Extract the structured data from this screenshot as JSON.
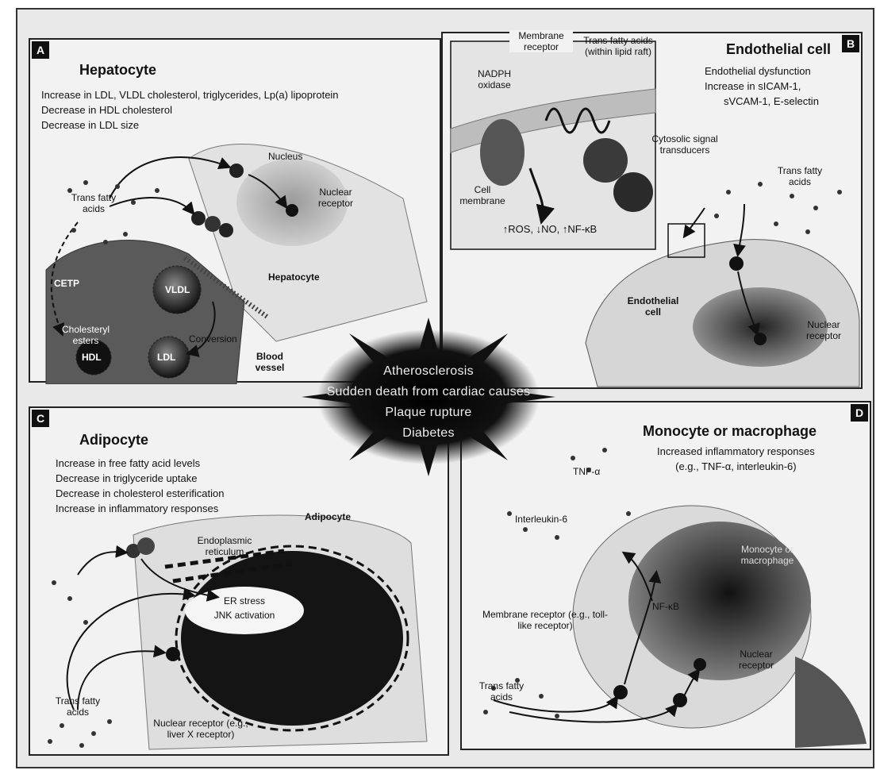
{
  "panels": {
    "a": {
      "letter": "A",
      "title": "Hepatocyte",
      "effects": [
        "Increase in LDL, VLDL cholesterol, triglycerides, Lp(a) lipoprotein",
        "Decrease in HDL cholesterol",
        "Decrease in LDL size"
      ],
      "labels": {
        "nucleus": "Nucleus",
        "nuclear_receptor": "Nuclear receptor",
        "trans_fatty_acids": "Trans fatty acids",
        "hepatocyte": "Hepatocyte",
        "cetp": "CETP",
        "vldl": "VLDL",
        "cholesteryl_esters": "Cholesteryl esters",
        "conversion": "Conversion",
        "hdl": "HDL",
        "ldl": "LDL",
        "blood_vessel": "Blood vessel"
      }
    },
    "b": {
      "letter": "B",
      "title": "Endothelial cell",
      "effects": [
        "Endothelial dysfunction",
        "Increase in sICAM-1,",
        "sVCAM-1, E-selectin"
      ],
      "labels": {
        "membrane_receptor": "Membrane receptor",
        "tfa_lipid_raft": "Trans fatty acids (within lipid raft)",
        "nadph_oxidase": "NADPH oxidase",
        "cytosolic_signal_transducers": "Cytosolic signal transducers",
        "cell_membrane": "Cell membrane",
        "ros_line": "↑ROS, ↓NO, ↑NF-κB",
        "trans_fatty_acids": "Trans fatty acids",
        "endothelial_cell": "Endothelial cell",
        "nuclear_receptor": "Nuclear receptor"
      }
    },
    "c": {
      "letter": "C",
      "title": "Adipocyte",
      "effects": [
        "Increase in free fatty acid levels",
        "Decrease in triglyceride uptake",
        "Decrease in cholesterol esterification",
        "Increase in inflammatory responses"
      ],
      "labels": {
        "adipocyte": "Adipocyte",
        "endoplasmic_reticulum": "Endoplasmic reticulum",
        "er_stress": "ER stress",
        "jnk_activation": "JNK activation",
        "trans_fatty_acids": "Trans fatty acids",
        "nuclear_receptor": "Nuclear receptor (e.g., liver X receptor)"
      }
    },
    "d": {
      "letter": "D",
      "title": "Monocyte or macrophage",
      "effects": [
        "Increased inflammatory responses",
        "(e.g., TNF-α, interleukin-6)"
      ],
      "labels": {
        "tnf": "TNF-α",
        "interleukin": "Interleukin-6",
        "membrane_receptor": "Membrane receptor (e.g., toll-like receptor)",
        "nf_kb": "NF-κB",
        "trans_fatty_acids": "Trans fatty acids",
        "nuclear_receptor": "Nuclear receptor",
        "monocyte_or_macrophage": "Monocyte or macrophage"
      }
    }
  },
  "center": {
    "outcomes": [
      "Atherosclerosis",
      "Sudden death from cardiac causes",
      "Plaque rupture",
      "Diabetes"
    ]
  },
  "colors": {
    "ink": "#111111",
    "panel": "#f2f2f2",
    "cell_dark": "#3a3a3a",
    "center_glow": "#000000"
  }
}
